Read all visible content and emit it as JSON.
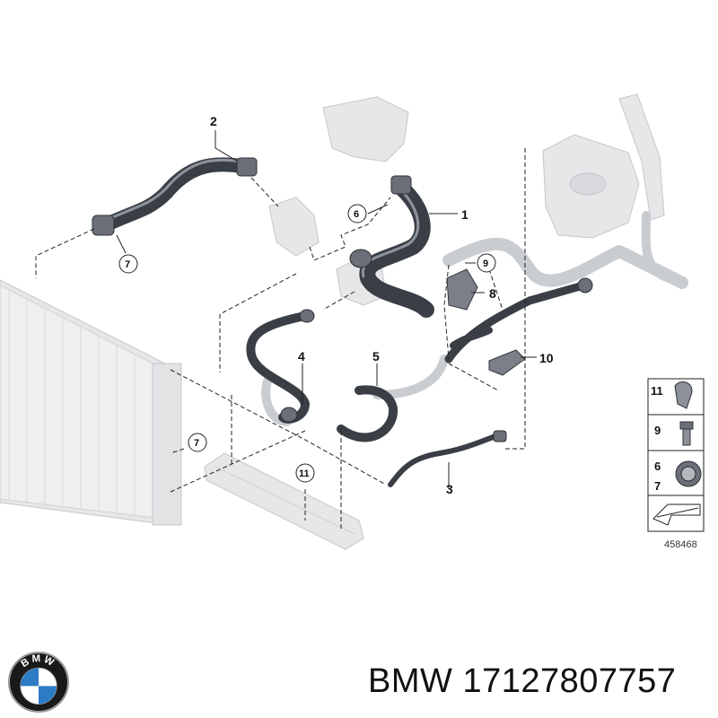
{
  "callouts": [
    {
      "id": "1",
      "label": "1"
    },
    {
      "id": "2",
      "label": "2"
    },
    {
      "id": "3",
      "label": "3"
    },
    {
      "id": "4",
      "label": "4"
    },
    {
      "id": "5",
      "label": "5"
    },
    {
      "id": "8",
      "label": "8"
    },
    {
      "id": "10",
      "label": "10"
    }
  ],
  "circled_callouts": {
    "c6": "6",
    "c7_top": "7",
    "c7_left": "7",
    "c9": "9",
    "c11": "11"
  },
  "legend": {
    "items": [
      {
        "label": "11",
        "icon": "clamp-clip-icon"
      },
      {
        "label": "9",
        "icon": "bolt-icon"
      },
      {
        "label": "6",
        "icon": "hose-clamp-icon"
      },
      {
        "label": "7",
        "icon": "hose-clamp-icon"
      }
    ],
    "arrow_icon": "direction-arrow-icon"
  },
  "diagram_code": "458468",
  "brand": {
    "logo": "bmw-roundel-logo",
    "logo_text": "BMW",
    "name": "BMW",
    "part_number": "17127807757",
    "colors": {
      "blue": "#2c7bc4",
      "black": "#111111",
      "white": "#ffffff"
    }
  }
}
